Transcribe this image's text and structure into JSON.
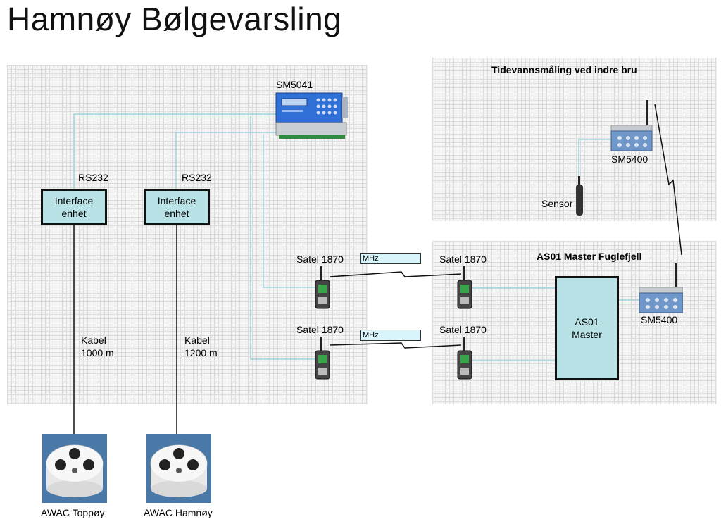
{
  "title": "Hamnøy Bølgevarsling",
  "tide_panel": {
    "title": "Tidevannsmåling ved indre bru",
    "logger_label": "SM5400",
    "sensor_label": "Sensor"
  },
  "master_panel": {
    "title": "AS01 Master Fuglefjell",
    "master_box": "AS01\nMaster",
    "logger_label": "SM5400"
  },
  "main_panel": {
    "logger_label": "SM5041",
    "interfaces": [
      {
        "port": "RS232",
        "label": "Interface\nenhet",
        "cable": "Kabel\n1000 m",
        "device": "AWAC Toppøy"
      },
      {
        "port": "RS232",
        "label": "Interface\nenhet",
        "cable": "Kabel\n1200 m",
        "device": "AWAC Hamnøy"
      }
    ],
    "radio_links": [
      {
        "left_radio": "Satel 1870",
        "freq": "MHz",
        "right_radio": "Satel 1870"
      },
      {
        "left_radio": "Satel 1870",
        "freq": "MHz",
        "right_radio": "Satel 1870"
      }
    ]
  },
  "colors": {
    "box_fill": "#b8e2e6",
    "wire": "#9fd3dc",
    "mhz_fill": "#d7f5fa"
  }
}
